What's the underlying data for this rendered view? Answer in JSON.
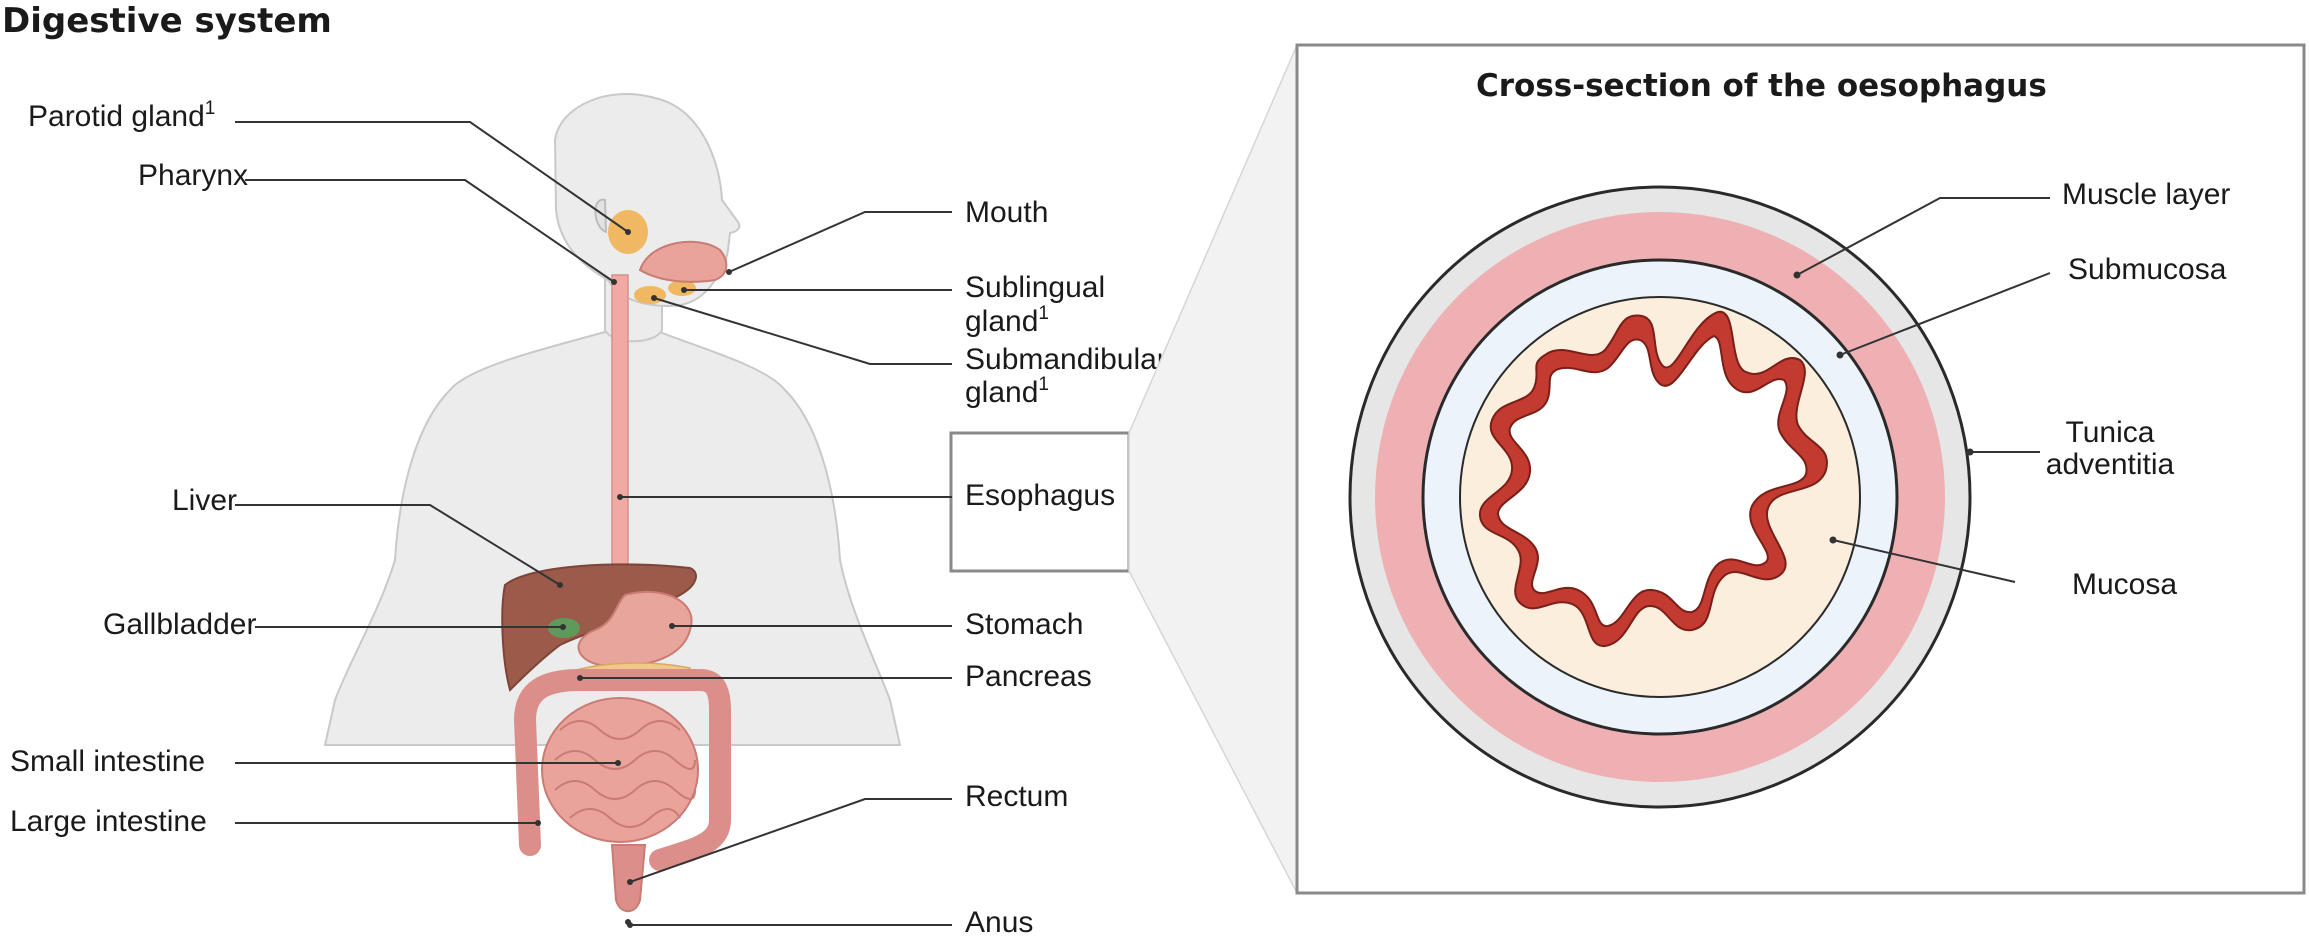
{
  "title": "Digestive system",
  "panel_title": "Cross-section of the oesophagus",
  "left_labels": {
    "parotid": "Parotid gland",
    "parotid_sup": "1",
    "pharynx": "Pharynx",
    "liver": "Liver",
    "gallbladder": "Gallbladder",
    "small_intestine": "Small intestine",
    "large_intestine": "Large intestine"
  },
  "right_labels": {
    "mouth": "Mouth",
    "sublingual_1": "Sublingual",
    "sublingual_2": "gland",
    "sublingual_sup": "1",
    "submandibular_1": "Submandibular",
    "submandibular_2": "gland",
    "submandibular_sup": "1",
    "esophagus": "Esophagus",
    "stomach": "Stomach",
    "pancreas": "Pancreas",
    "rectum": "Rectum",
    "anus": "Anus"
  },
  "cross_section_labels": {
    "muscle_layer": "Muscle layer",
    "submucosa": "Submucosa",
    "tunica_1": "Tunica",
    "tunica_2": "adventitia",
    "mucosa": "Mucosa"
  },
  "colors": {
    "body_fill": "#ececec",
    "body_stroke": "#c9c9c9",
    "esophagus": "#f0a9a3",
    "liver": "#9c5a4a",
    "gallbladder": "#5e9a5a",
    "stomach": "#e8a59c",
    "pancreas": "#f0c98a",
    "small_intestine": "#e9a39a",
    "large_intestine": "#dc8f8a",
    "gland": "#f0b862",
    "tunica": "#e6e6e6",
    "muscle": "#eeb0b2",
    "submucosa": "#edf3fb",
    "mucosa_fill": "#fbeedd",
    "mucosa_epithelium": "#c23a30"
  }
}
